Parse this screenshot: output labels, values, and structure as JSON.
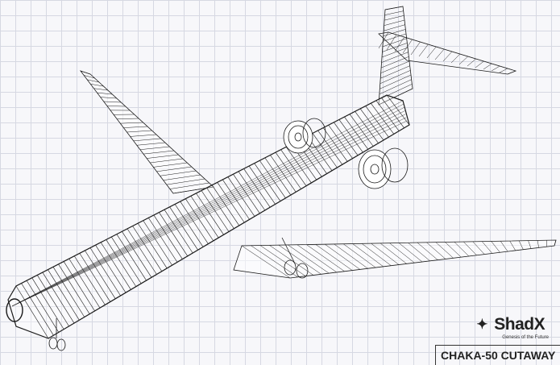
{
  "logo": {
    "brand": "ShadX",
    "tagline": "Genesis of the Future"
  },
  "title": "CHAKA-50 CUTAWAY",
  "colors": {
    "line": "#1a1a1a",
    "grid": "#d6d8e2",
    "background": "#f7f7fa"
  }
}
